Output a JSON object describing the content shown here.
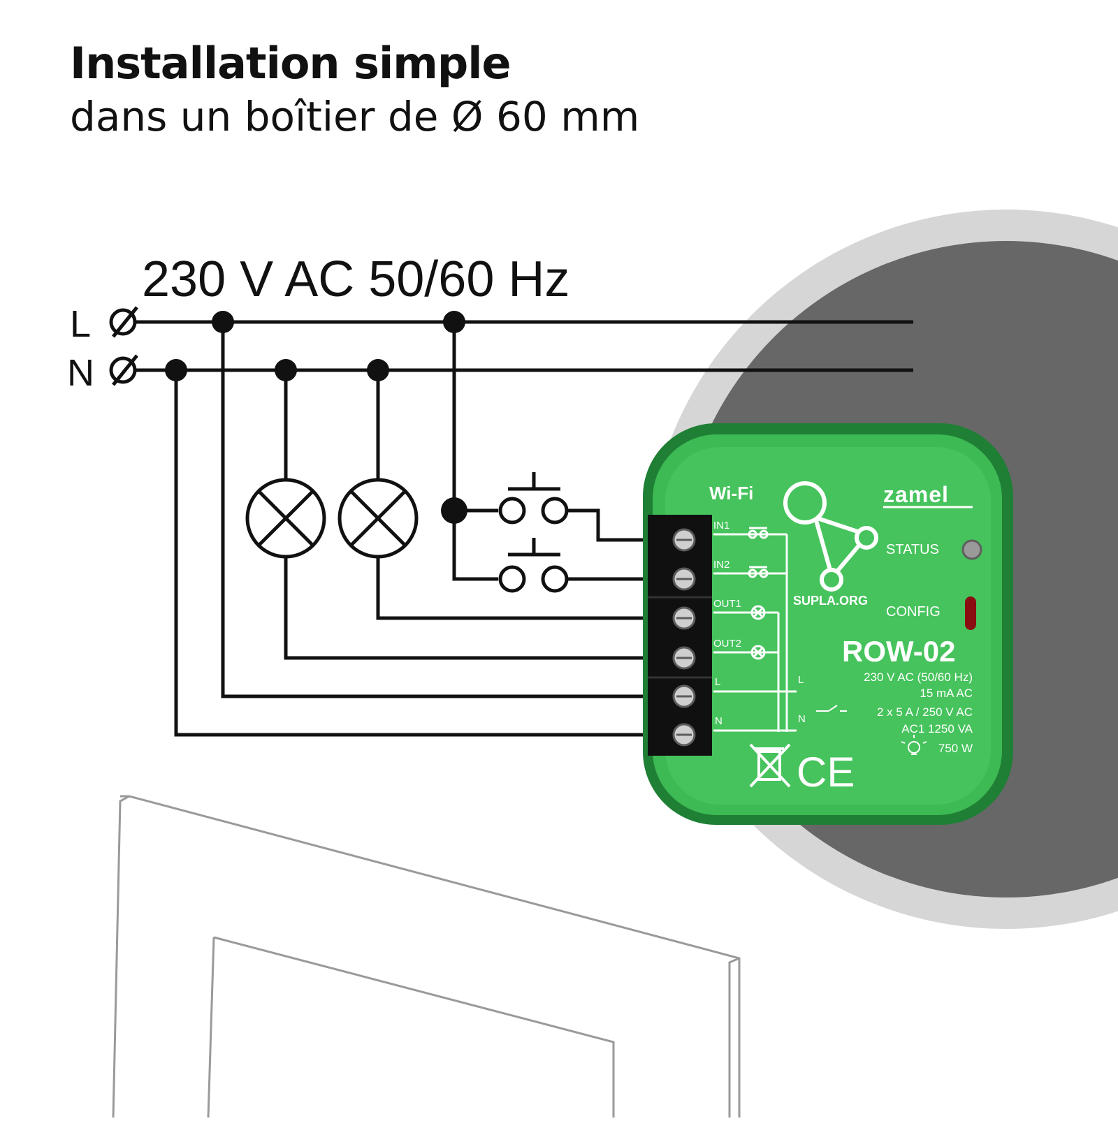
{
  "header": {
    "title": "Installation simple",
    "subtitle": "dans un boîtier de Ø 60 mm"
  },
  "supply": {
    "voltage_label": "230 V AC 50/60 Hz",
    "line_label": "L",
    "neutral_label": "N"
  },
  "device": {
    "wifi_label": "Wi-Fi",
    "brand": "zamel",
    "supla_label": "SUPLA.ORG",
    "status_label": "STATUS",
    "config_label": "CONFIG",
    "model": "ROW-02",
    "spec_voltage": "230 V AC (50/60 Hz)",
    "spec_current": "15 mA AC",
    "spec_contacts": "2 x 5 A / 250 V AC",
    "spec_ac1": "AC1 1250 VA",
    "spec_lamp": "750 W",
    "ce_mark": "CE",
    "terminals": [
      {
        "label": "IN1"
      },
      {
        "label": "IN2"
      },
      {
        "label": "OUT1"
      },
      {
        "label": "OUT2"
      },
      {
        "label": "L"
      },
      {
        "label": "N"
      }
    ],
    "circuit_l_label": "L",
    "circuit_n_label": "N",
    "body_color": "#3dba53",
    "status_led_color": "#9a9a9a",
    "config_led_color": "#8a0d12"
  },
  "colors": {
    "dark_circle": "#676767",
    "outer_ring": "#d6d6d6",
    "wire": "#111111"
  }
}
